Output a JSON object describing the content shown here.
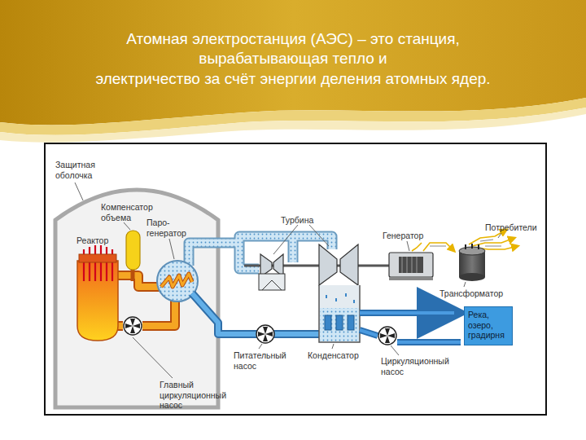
{
  "diagram": {
    "title": "Атомная электростанция (АЭС) – это станция, вырабатывающая тепло и электричество за счёт энергии деления атомных ядер.",
    "nodes": [
      {
        "text": [
          "Река, озеро, градирня"
        ]
      }
    ],
    "labels": [
      "Защитная оболочка",
      "Компенсатор объема",
      "Паро-генератор",
      "Реактор",
      "Турбина",
      "Генератор",
      "Потребители",
      "Трансформатор",
      "Питательный насос",
      "Конденсатор",
      "Циркуляционный насос",
      "Главный циркуляционный насос"
    ]
  }
}
